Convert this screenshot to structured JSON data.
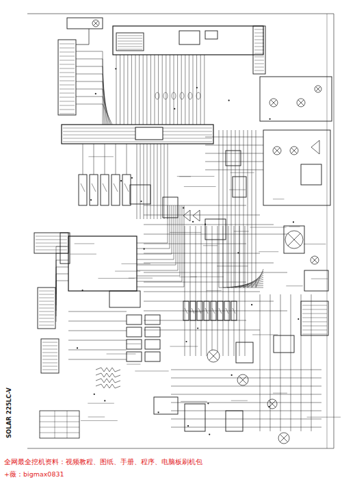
{
  "diagram": {
    "labels": [
      "SOLAR 225LC-V",
      "全网最全挖机资料：视频教程、图纸、手册、程序、电脑板刷机包",
      "+薇：bigmax0831"
    ]
  }
}
